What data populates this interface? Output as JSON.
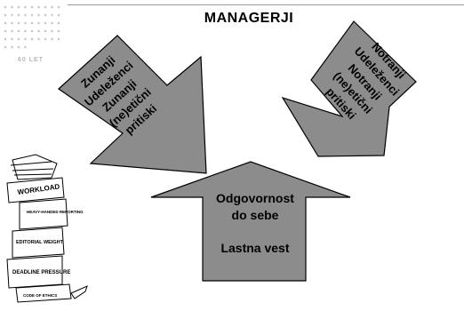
{
  "title": "MANAGERJI",
  "logo_text": "60 LET",
  "left_arrow": {
    "lines": [
      "Zunanji",
      "Udeleženci",
      "Zunanji",
      "(ne)etični",
      "pritiski"
    ]
  },
  "right_arrow": {
    "lines": [
      "Notranji",
      "Udeleženci",
      "Notranji",
      "(ne)etični",
      "pritiski"
    ]
  },
  "up_arrow": {
    "line1": "Odgovornost",
    "line2": "do sebe",
    "line3": "Lastna vest"
  },
  "cartoon": {
    "labels": [
      "WORKLOAD",
      "HEAVY-HANDED REPORTING",
      "EDITORIAL WEIGHT",
      "DEADLINE PRESSURE",
      "CODE OF ETHICS"
    ]
  },
  "colors": {
    "arrow_fill": "#8c8c8c",
    "arrow_stroke": "#000000"
  }
}
